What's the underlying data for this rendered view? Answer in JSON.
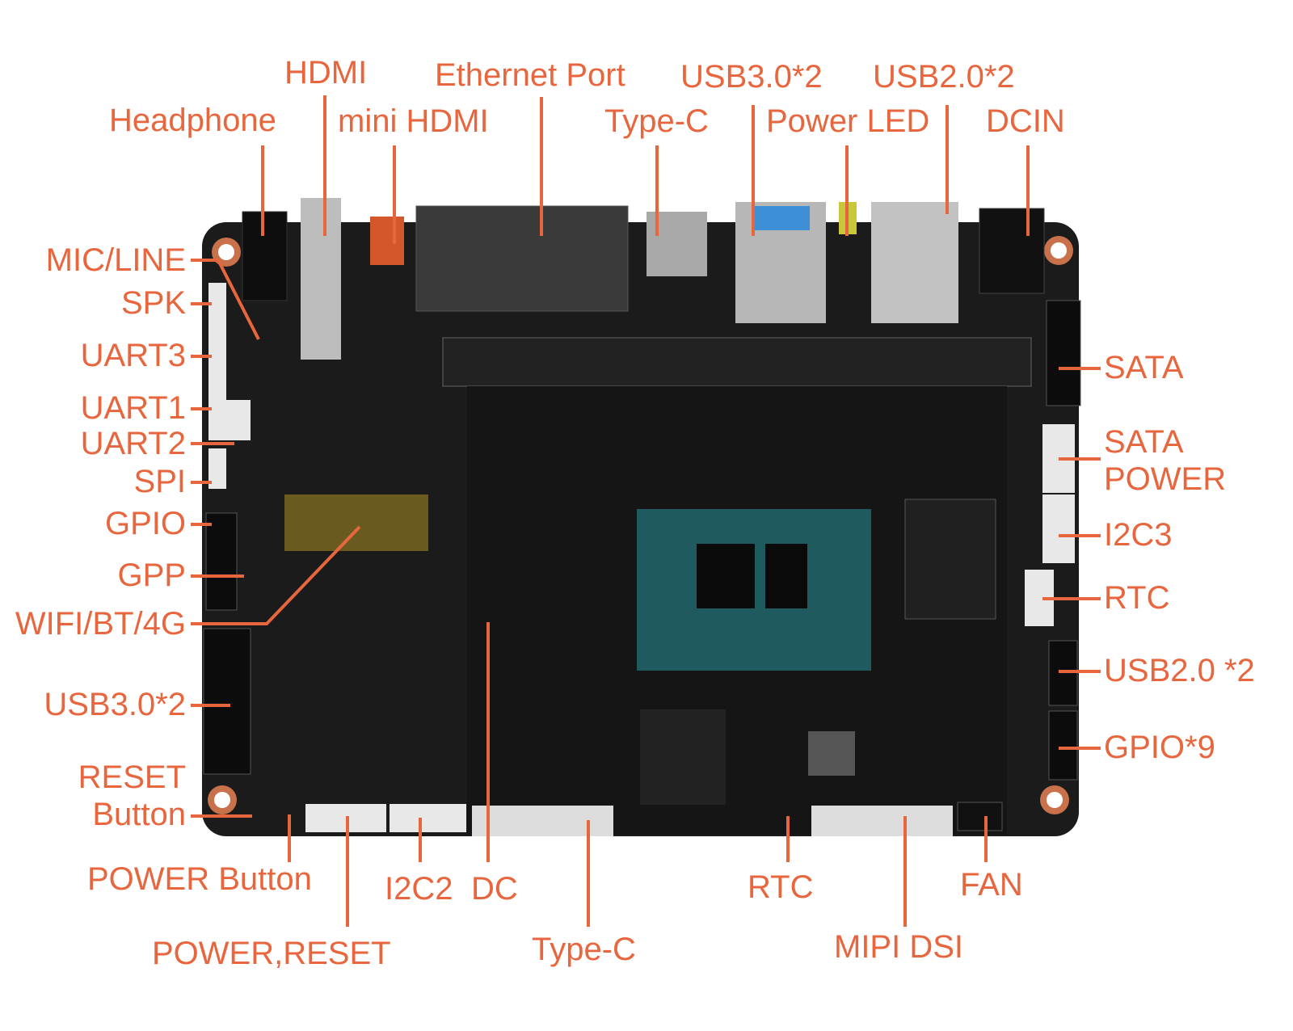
{
  "accent_color": "#E8663D",
  "board_color": "#1b1b1b",
  "labels": {
    "top": [
      "HDMI",
      "Ethernet Port",
      "USB3.0*2",
      "USB2.0*2",
      "Headphone",
      "mini HDMI",
      "Type-C",
      "Power LED",
      "DCIN"
    ],
    "left": [
      "MIC/LINE",
      "SPK",
      "UART3",
      "UART1",
      "UART2",
      "SPI",
      "GPIO",
      "GPP",
      "WIFI/BT/4G",
      "USB3.0*2",
      "RESET",
      "Button"
    ],
    "right": [
      "SATA",
      "SATA",
      "POWER",
      "I2C3",
      "RTC",
      "USB2.0 *2",
      "GPIO*9"
    ],
    "bottom": [
      "POWER Button",
      "POWER,RESET",
      "I2C2",
      "DC",
      "Type-C",
      "RTC",
      "MIPI DSI",
      "FAN"
    ]
  }
}
